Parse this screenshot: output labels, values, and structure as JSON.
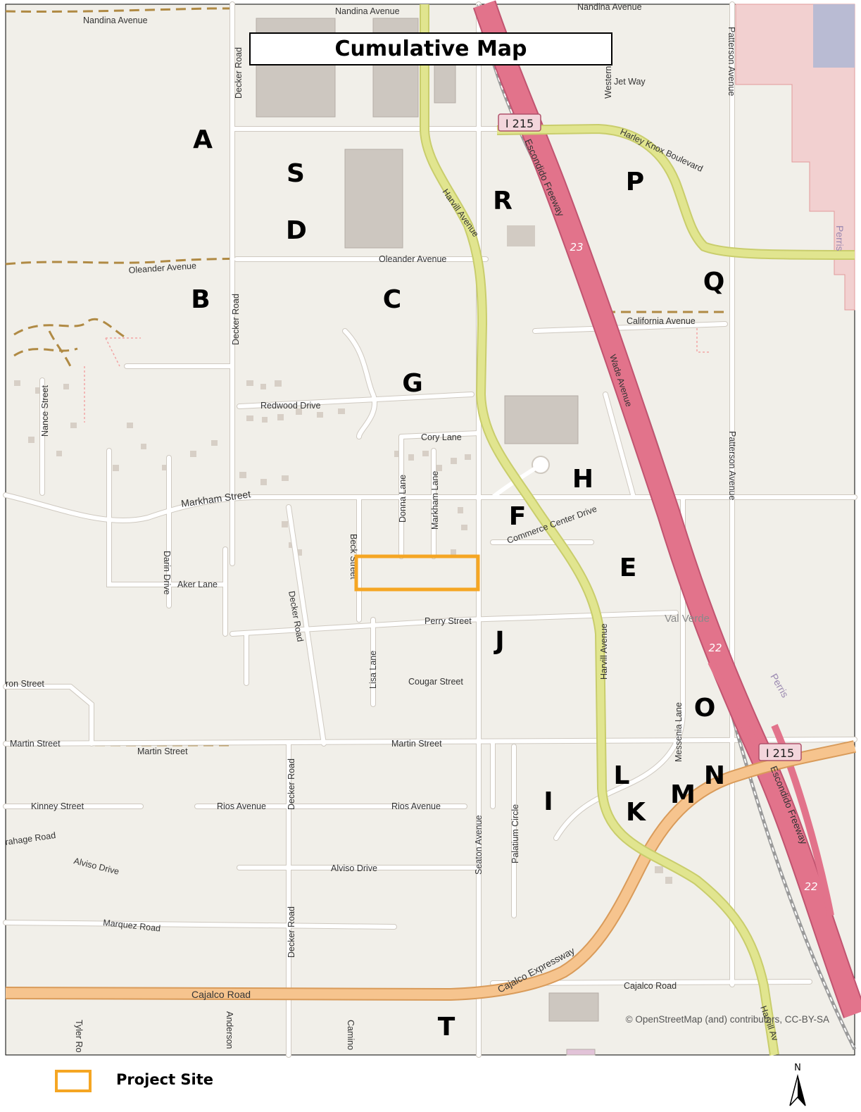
{
  "title": "Cumulative Map",
  "legend": {
    "label": "Project Site",
    "color": "#f5a623"
  },
  "north_label": "N",
  "attribution": "© OpenStreetMap (and) contributors, CC-BY-SA",
  "colors": {
    "land": "#f1efe9",
    "minor_road": "#ffffff",
    "trunk": "#e1e58f",
    "freeway": "#e2738b",
    "expressway": "#f6c48e",
    "boundary": "#b08a44",
    "building": "#cdc7c0",
    "industrial": "#f2d0d0"
  },
  "markers": [
    "A",
    "S",
    "D",
    "B",
    "C",
    "G",
    "R",
    "P",
    "Q",
    "H",
    "F",
    "E",
    "J",
    "O",
    "N",
    "L",
    "M",
    "K",
    "I",
    "T"
  ],
  "shields": [
    "I 215",
    "I 215",
    "23",
    "22",
    "22"
  ],
  "road_labels": {
    "nandina_1": "Nandina Avenue",
    "nandina_2": "Nandina Avenue",
    "nandina_3": "Nandina Avenue",
    "decker_1": "Decker Road",
    "decker_2": "Decker Road",
    "decker_3": "Decker Road",
    "decker_4": "Decker Road",
    "decker_5": "Decker Road",
    "patterson_1": "Patterson Avenue",
    "patterson_2": "Patterson Avenue",
    "harley_knox": "Harley Knox Boulevard",
    "harvill_1": "Harvill Avenue",
    "harvill_2": "Harvill Avenue",
    "harvill_3": "Harvill Av",
    "escondido_1": "Escondido Freeway",
    "escondido_2": "Escondido Freeway",
    "oleander_1": "Oleander Avenue",
    "oleander_2": "Oleander Avenue",
    "california": "California Avenue",
    "wade": "Wade Avenue",
    "redwood": "Redwood Drive",
    "cory": "Cory Lane",
    "markham": "Markham Street",
    "nance": "Nance Street",
    "donna": "Donna Lane",
    "markham_lane": "Markham Lane",
    "commerce": "Commerce Center Drive",
    "beck": "Beck Street",
    "darin": "Darin Drive",
    "aker": "Aker Lane",
    "perry": "Perry Street",
    "val_verde": "Val Verde",
    "lisa": "Lisa Lane",
    "cougar": "Cougar Street",
    "ron": "ron Street",
    "martin_1": "Martin Street",
    "martin_2": "Martin Street",
    "martin_3": "Martin Street",
    "messenia": "Messenia Lane",
    "perris_1": "Perris",
    "perris_2": "Perris",
    "kinney": "Kinney Street",
    "rios_1": "Rios Avenue",
    "rios_2": "Rios Avenue",
    "seaton": "Seaton Avenue",
    "palatium": "Palatium Circle",
    "brahage": "rahage Road",
    "alviso_1": "Alviso Drive",
    "alviso_2": "Alviso Drive",
    "marquez": "Marquez Road",
    "cajalco_expy": "Cajalco Expressway",
    "cajalco_1": "Cajalco Road",
    "cajalco_2": "Cajalco Road",
    "jet_way": "Jet Way",
    "western": "Western",
    "tyler": "Tyler Ro",
    "anderson": "Anderson",
    "camino": "Camino"
  }
}
